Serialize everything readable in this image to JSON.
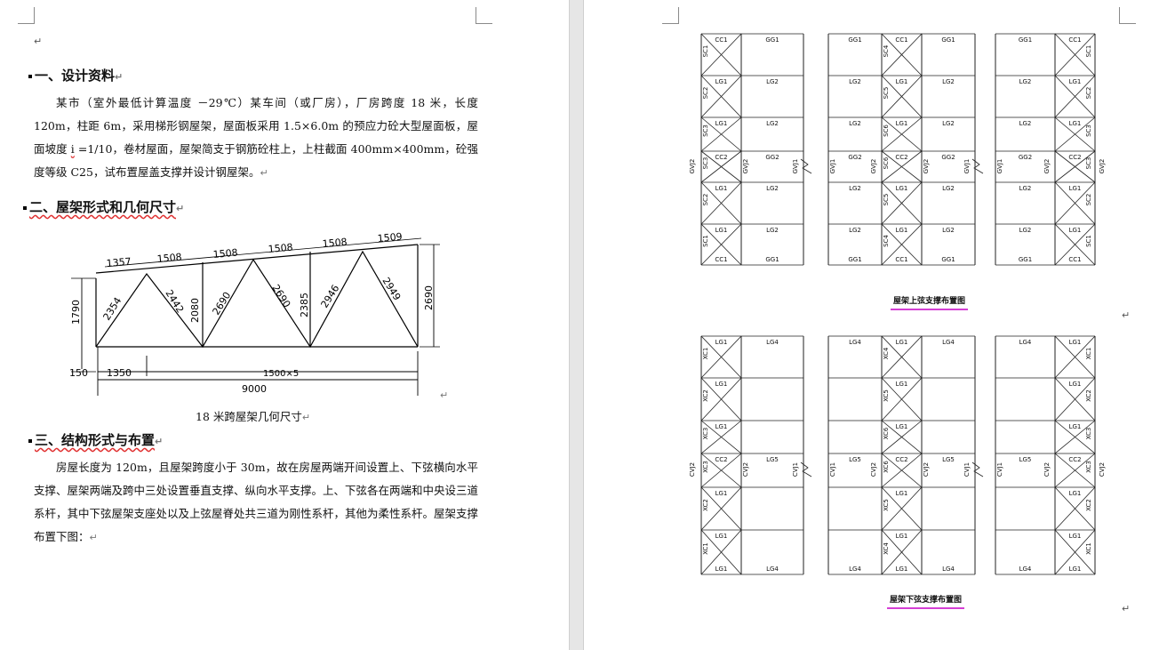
{
  "left_page": {
    "sections": [
      {
        "title": "一、设计资料",
        "wavy": false
      },
      {
        "title": "二、屋架形式和几何尺寸",
        "wavy": true
      },
      {
        "title": "三、结构形式与布置",
        "wavy": true
      }
    ],
    "para1": {
      "before": "某市（室外最低计算温度 －29℃）某车间（或厂房），厂房跨度 18 米，长度 120m，柱距 6m，采用梯形钢屋架，屋面板采用 1.5×6.0m 的预应力砼大型屋面板，屋面坡度 ",
      "slope_var": "i",
      "after": " =1/10，卷材屋面，屋架简支于钢筋砼柱上，上柱截面 400mm×400mm，砼强度等级 C25，试布置屋盖支撑并设计钢屋架。"
    },
    "para3": "房屋长度为 120m，且屋架跨度小于 30m，故在房屋两端开间设置上、下弦横向水平支撑、屋架两端及跨中三处设置垂直支撑、纵向水平支撑。上、下弦各在两端和中央设三道系杆，其中下弦屋架支座处以及上弦屋脊处共三道为刚性系杆，其他为柔性系杆。屋架支撑布置下图：",
    "paragraph_mark": "↵",
    "truss": {
      "caption": "18 米跨屋架几何尺寸",
      "top_chord": [
        "1357",
        "1508",
        "1508",
        "1508",
        "1508",
        "1509"
      ],
      "diagonals": [
        "2354",
        "2442",
        "2690",
        "2690",
        "2946",
        "2949"
      ],
      "verticals": [
        "2080",
        "2385"
      ],
      "left_height": "1790",
      "right_height": "2690",
      "support_offset": "150",
      "first_panel": "1350",
      "panels": "1500×5",
      "span": "9000"
    }
  },
  "right_page": {
    "upper_plan": {
      "title": "屋架上弦支撑布置图",
      "left_block": {
        "cols": [
          "GG1",
          "LG2",
          "LG2",
          "GG2",
          "LG2",
          "LG2",
          "GG1"
        ],
        "diag": [
          "CC1",
          "LG1",
          "LG1",
          "CC2",
          "LG1",
          "LG1",
          "CC1"
        ],
        "side": [
          "SC1",
          "SC2",
          "SC3",
          "SC3",
          "SC2",
          "SC1"
        ],
        "cv": [
          "GVJ2",
          "GVJ2",
          "GVJ1"
        ]
      },
      "mid_block": {
        "left": [
          "GG1",
          "LG2",
          "LG2",
          "GG2",
          "LG2",
          "LG2",
          "GG1"
        ],
        "center": [
          "CC1",
          "LG1",
          "LG1",
          "CC2",
          "LG1",
          "LG1",
          "CC1"
        ],
        "right": [
          "GG1",
          "LG2",
          "LG2",
          "GG2",
          "LG2",
          "LG2",
          "GG1"
        ],
        "side": [
          "SC4",
          "SC5",
          "SC6",
          "SC6",
          "SC5",
          "SC4"
        ],
        "cv": [
          "GVJ1",
          "GVJ2",
          "GVJ2",
          "GVJ1"
        ]
      },
      "right_block": {
        "cols": [
          "GG1",
          "LG2",
          "LG2",
          "GG2",
          "LG2",
          "LG2",
          "GG1"
        ],
        "diag": [
          "CC1",
          "LG1",
          "LG1",
          "CC2",
          "LG1",
          "LG1",
          "CC1"
        ],
        "side": [
          "SC1",
          "SC2",
          "SC3",
          "SC3",
          "SC2",
          "SC1"
        ],
        "cv": [
          "GVJ1",
          "GVJ2",
          "GVJ2"
        ]
      }
    },
    "lower_plan": {
      "title": "屋架下弦支撑布置图",
      "left_block": {
        "cols": [
          "LG4",
          "",
          "",
          "LG5",
          "",
          "",
          "LG4"
        ],
        "diag": [
          "LG1",
          "LG1",
          "LG1",
          "CC2",
          "LG1",
          "LG1",
          "LG1"
        ],
        "side": [
          "XC1",
          "XC2",
          "XC3",
          "XC3",
          "XC2",
          "XC1"
        ],
        "cv": [
          "CVJ2",
          "CVJ2",
          "CVJ1"
        ]
      },
      "mid_block": {
        "left": [
          "LG4",
          "",
          "",
          "LG5",
          "",
          "",
          "LG4"
        ],
        "center": [
          "LG1",
          "LG1",
          "LG1",
          "CC2",
          "LG1",
          "LG1",
          "LG1"
        ],
        "right": [
          "LG4",
          "",
          "",
          "LG5",
          "",
          "",
          "LG4"
        ],
        "side": [
          "XC4",
          "XC5",
          "XC6",
          "XC6",
          "XC5",
          "XC4"
        ],
        "cv": [
          "CVJ1",
          "CVJ2",
          "CVJ2",
          "CVJ1"
        ]
      },
      "right_block": {
        "cols": [
          "LG4",
          "",
          "",
          "LG5",
          "",
          "",
          "LG4"
        ],
        "diag": [
          "LG1",
          "LG1",
          "LG1",
          "CC2",
          "LG1",
          "LG1",
          "LG1"
        ],
        "side": [
          "XC1",
          "XC2",
          "XC3",
          "XC3",
          "XC2",
          "XC1"
        ],
        "cv": [
          "CVJ1",
          "CVJ2",
          "CVJ2"
        ]
      }
    }
  },
  "colors": {
    "title_underline": "#d43fd4",
    "spell_wave": "#e03030",
    "gutter": "#e6e6e6"
  }
}
